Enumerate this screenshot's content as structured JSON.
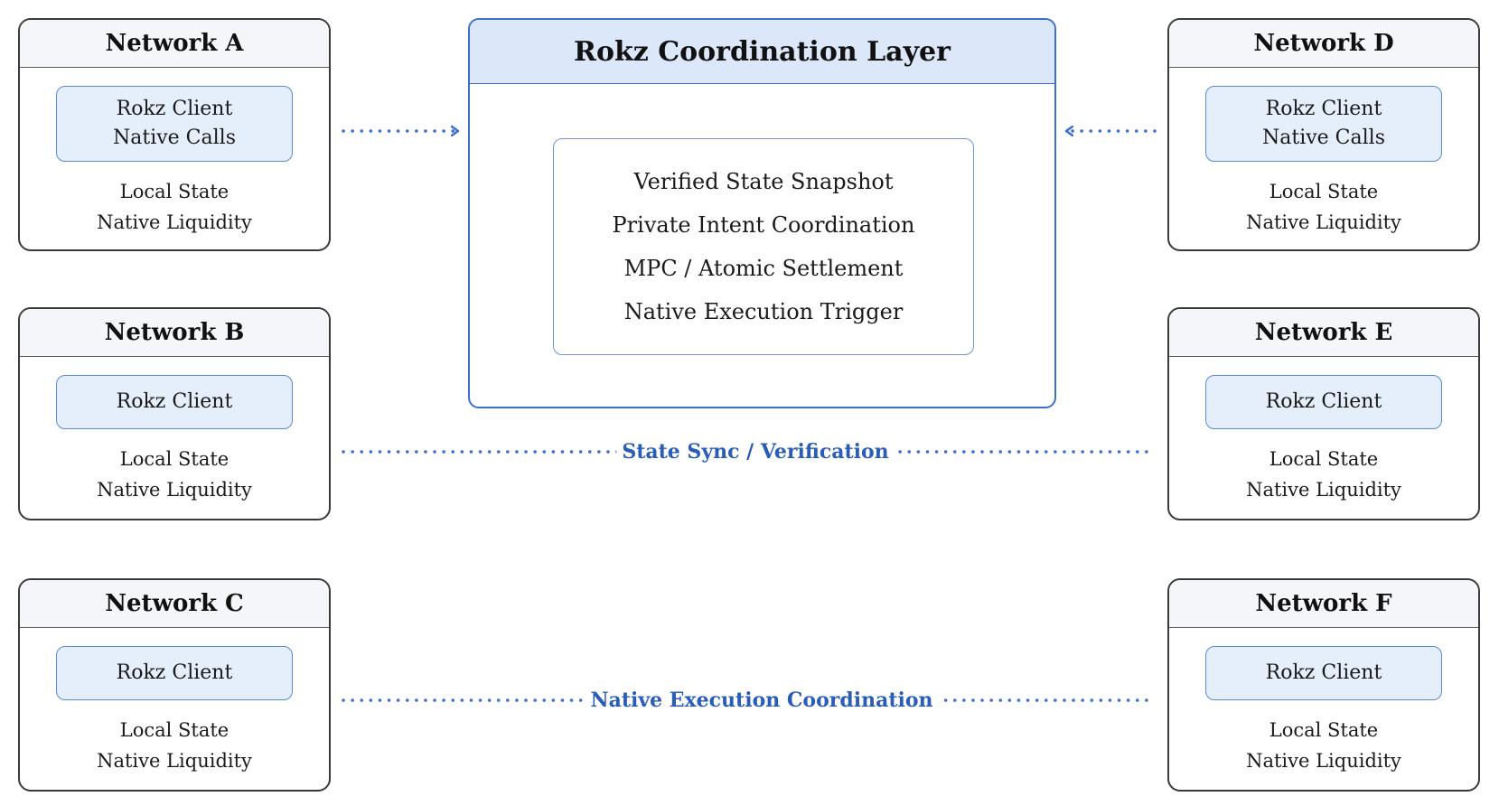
{
  "coordination_layer": {
    "title": "Rokz Coordination Layer",
    "functions": [
      "Verified State Snapshot",
      "Private Intent Coordination",
      "MPC / Atomic Settlement",
      "Native Execution Trigger"
    ]
  },
  "networks": [
    {
      "name": "Network A",
      "client_lines": [
        "Rokz Client",
        "Native Calls"
      ],
      "state_lines": [
        "Local State",
        "Native Liquidity"
      ]
    },
    {
      "name": "Network B",
      "client_lines": [
        "Rokz Client"
      ],
      "state_lines": [
        "Local State",
        "Native Liquidity"
      ]
    },
    {
      "name": "Network C",
      "client_lines": [
        "Rokz Client"
      ],
      "state_lines": [
        "Local State",
        "Native Liquidity"
      ]
    },
    {
      "name": "Network D",
      "client_lines": [
        "Rokz Client",
        "Native Calls"
      ],
      "state_lines": [
        "Local State",
        "Native Liquidity"
      ]
    },
    {
      "name": "Network E",
      "client_lines": [
        "Rokz Client"
      ],
      "state_lines": [
        "Local State",
        "Native Liquidity"
      ]
    },
    {
      "name": "Network F",
      "client_lines": [
        "Rokz Client"
      ],
      "state_lines": [
        "Local State",
        "Native Liquidity"
      ]
    }
  ],
  "flows": {
    "state_sync": "State Sync / Verification",
    "native_execution": "Native Execution Coordination"
  },
  "colors": {
    "accent": "#3c6fd0",
    "accent_text": "#2a5db8",
    "client_fill": "#e5eefb",
    "header_fill": "#dce8fa",
    "border_dark": "#3a3a3a"
  }
}
